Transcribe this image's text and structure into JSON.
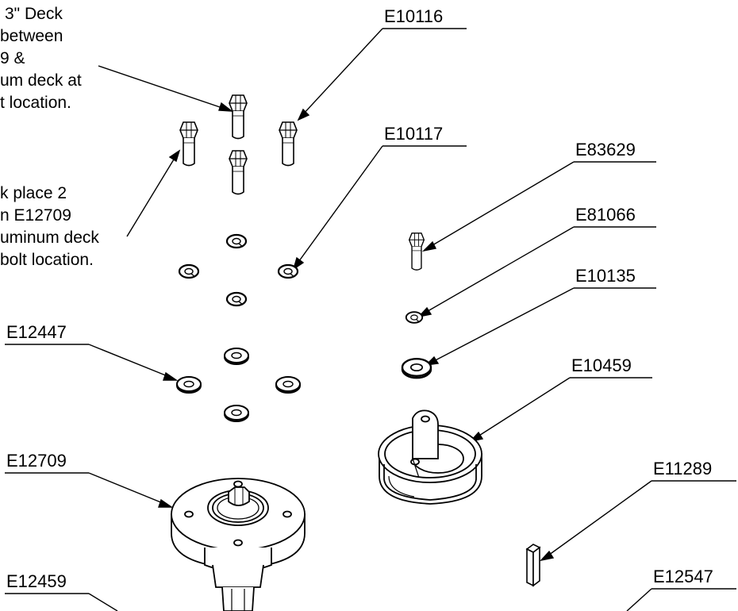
{
  "part_labels": {
    "e10116": "E10116",
    "e10117": "E10117",
    "e83629": "E83629",
    "e81066": "E81066",
    "e10135": "E10135",
    "e10459": "E10459",
    "e12447": "E12447",
    "e12709": "E12709",
    "e11289": "E11289",
    "e12459": "E12459",
    "e12547": "E12547"
  },
  "notes": {
    "top_note": [
      "3\" Deck",
      "between",
      "9 &",
      "um deck at",
      "t location."
    ],
    "middle_note": [
      "k place 2",
      "n E12709",
      "uminum deck",
      "bolt location."
    ]
  }
}
